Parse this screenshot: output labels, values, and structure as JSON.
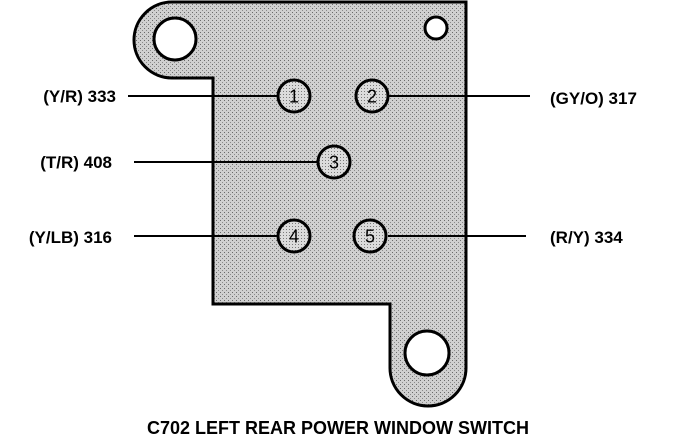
{
  "connector": {
    "caption": "C702  LEFT REAR POWER WINDOW SWITCH",
    "pins": [
      {
        "number": "1",
        "wire": "(Y/R) 333"
      },
      {
        "number": "2",
        "wire": "(GY/O) 317"
      },
      {
        "number": "3",
        "wire": "(T/R) 408"
      },
      {
        "number": "4",
        "wire": "(Y/LB) 316"
      },
      {
        "number": "5",
        "wire": "(R/Y) 334"
      }
    ]
  },
  "colors": {
    "line": "#000000",
    "plate_fill": "#c8c8c8",
    "pin_fill": "#d4d4d4",
    "background": "#ffffff"
  }
}
